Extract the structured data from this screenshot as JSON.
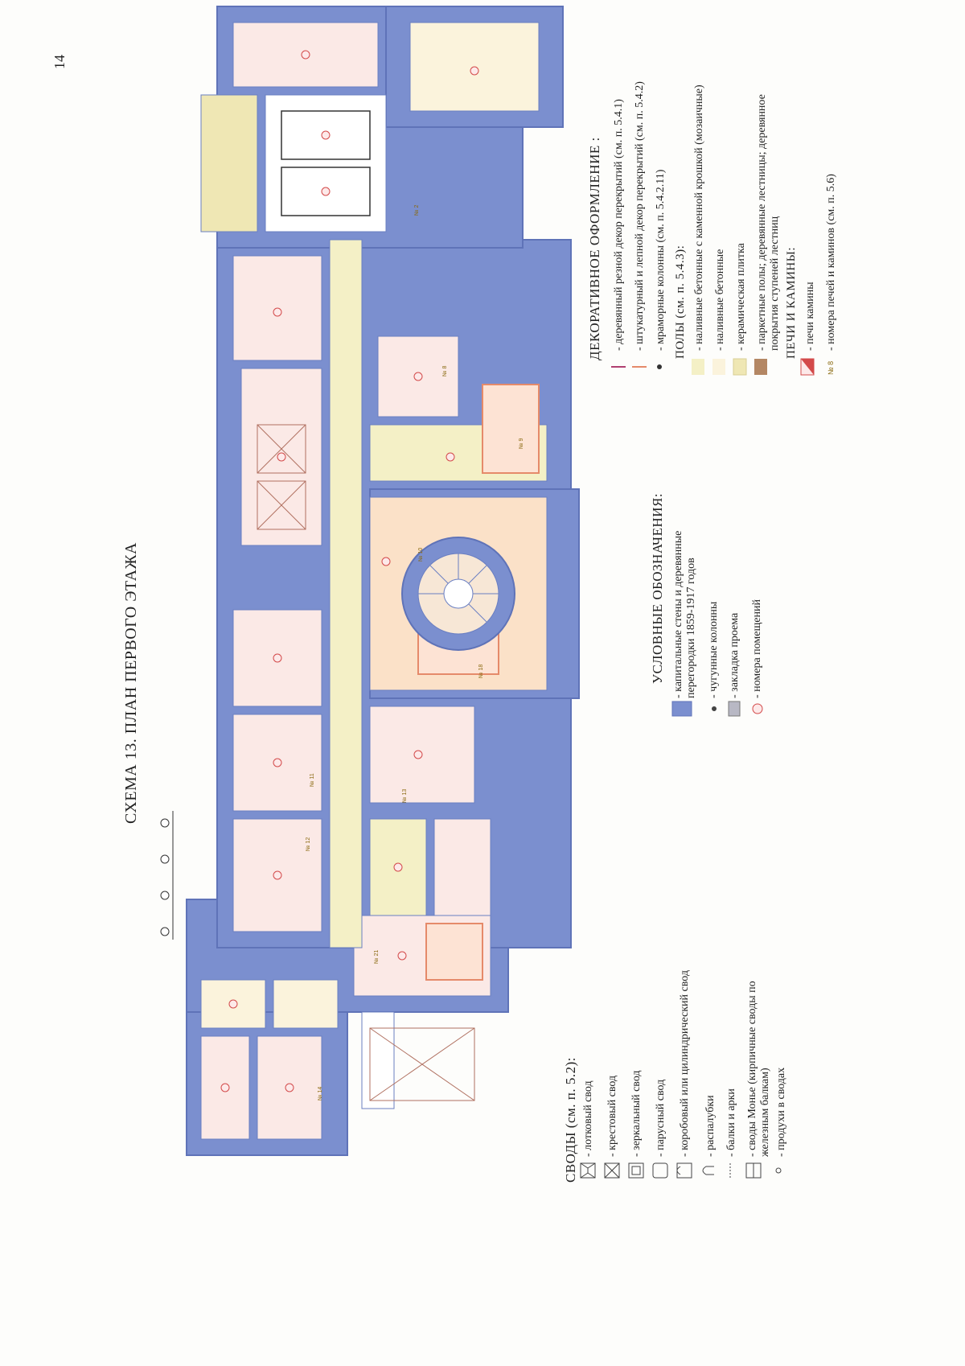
{
  "page_number": "14",
  "title": "СХЕМА 13. ПЛАН ПЕРВОГО ЭТАЖА",
  "legend_vaults": {
    "heading": "СВОДЫ (см. п. 5.2):",
    "items": [
      {
        "label": "- лотковый свод"
      },
      {
        "label": "- крестовый свод"
      },
      {
        "label": "- зеркальный свод"
      },
      {
        "label": "- парусный свод"
      },
      {
        "label": "- коробовый или цилиндрический свод"
      },
      {
        "label": "- распалубки"
      },
      {
        "label": "- балки и арки"
      },
      {
        "label": "- своды Монье (кирпичные своды по",
        "label2": "железным балкам)"
      },
      {
        "label": "- продухи в сводах"
      }
    ]
  },
  "legend_symbols": {
    "heading": "УСЛОВНЫЕ ОБОЗНАЧЕНИЯ:",
    "items": [
      {
        "label": "- капитальные стены и деревянные",
        "label2": "перегородки 1859-1917 годов"
      },
      {
        "label": "- чугунные колонны"
      },
      {
        "label": "- закладка проема"
      },
      {
        "label": "- номера помещений"
      }
    ]
  },
  "legend_decor": {
    "heading": "ДЕКОРАТИВНОЕ ОФОРМЛЕНИЕ :",
    "items": [
      {
        "label": "- деревянный резной декор перекрытий (см. п. 5.4.1)"
      },
      {
        "label": "- штукатурный и лепной декор перекрытий (см. п. 5.4.2)"
      },
      {
        "label": "- мраморные колонны (см. п. 5.4.2.11)"
      }
    ],
    "floors_heading": "ПОЛЫ (см. п. 5.4.3):",
    "floors": [
      {
        "label": "- наливные бетонные с каменной крошкой (мозаичные)"
      },
      {
        "label": "- наливные бетонные"
      },
      {
        "label": "- керамическая плитка"
      },
      {
        "label": "- паркетные полы; деревянные лестницы; деревянное",
        "label2": "покрытия ступеней лестниц"
      }
    ],
    "stoves_heading": "ПЕЧИ И КАМИНЫ:",
    "stoves": [
      {
        "label": "- печи камины"
      },
      {
        "label": "- номера печей и каминов (см. п. 5.6)"
      }
    ],
    "stove_num_sample": "№ 8"
  },
  "stove_labels": [
    "№ 21",
    "№ 14",
    "№ 18",
    "№ 12",
    "№ 13",
    "№ 11",
    "№ 10",
    "№ 9",
    "№ 8",
    "№ 2"
  ],
  "colors": {
    "wall": "#7b8fcf",
    "wall_dark": "#5f73b8",
    "floor_mosaic": "#f4f0c6",
    "floor_concrete": "#fbf3dc",
    "floor_tile": "#efe7b4",
    "floor_parquet": "#b48764",
    "hall": "#fbe1c8",
    "wood_decor": "#b04070",
    "stucco_decor": "#e58a6a",
    "room_number": "#d34a4a"
  }
}
